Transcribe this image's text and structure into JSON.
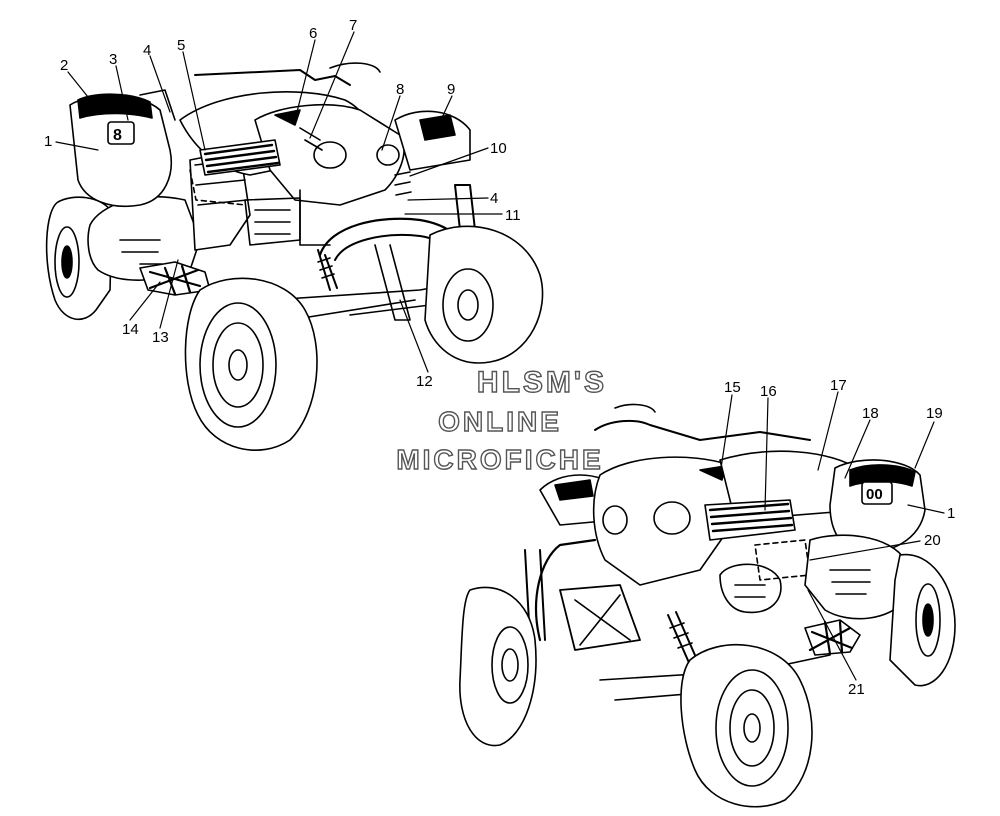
{
  "watermark": {
    "line1": "HLSM'S",
    "line2": "ONLINE",
    "line3": "MICROFICHE"
  },
  "callouts": [
    {
      "id": "1a",
      "label": "1"
    },
    {
      "id": "2",
      "label": "2"
    },
    {
      "id": "3",
      "label": "3"
    },
    {
      "id": "4a",
      "label": "4"
    },
    {
      "id": "5",
      "label": "5"
    },
    {
      "id": "6",
      "label": "6"
    },
    {
      "id": "7",
      "label": "7"
    },
    {
      "id": "8",
      "label": "8"
    },
    {
      "id": "9",
      "label": "9"
    },
    {
      "id": "10",
      "label": "10"
    },
    {
      "id": "4b",
      "label": "4"
    },
    {
      "id": "11",
      "label": "11"
    },
    {
      "id": "12",
      "label": "12"
    },
    {
      "id": "13",
      "label": "13"
    },
    {
      "id": "14",
      "label": "14"
    },
    {
      "id": "15",
      "label": "15"
    },
    {
      "id": "16",
      "label": "16"
    },
    {
      "id": "17",
      "label": "17"
    },
    {
      "id": "18",
      "label": "18"
    },
    {
      "id": "19",
      "label": "19"
    },
    {
      "id": "1b",
      "label": "1"
    },
    {
      "id": "20",
      "label": "20"
    },
    {
      "id": "21",
      "label": "21"
    }
  ]
}
